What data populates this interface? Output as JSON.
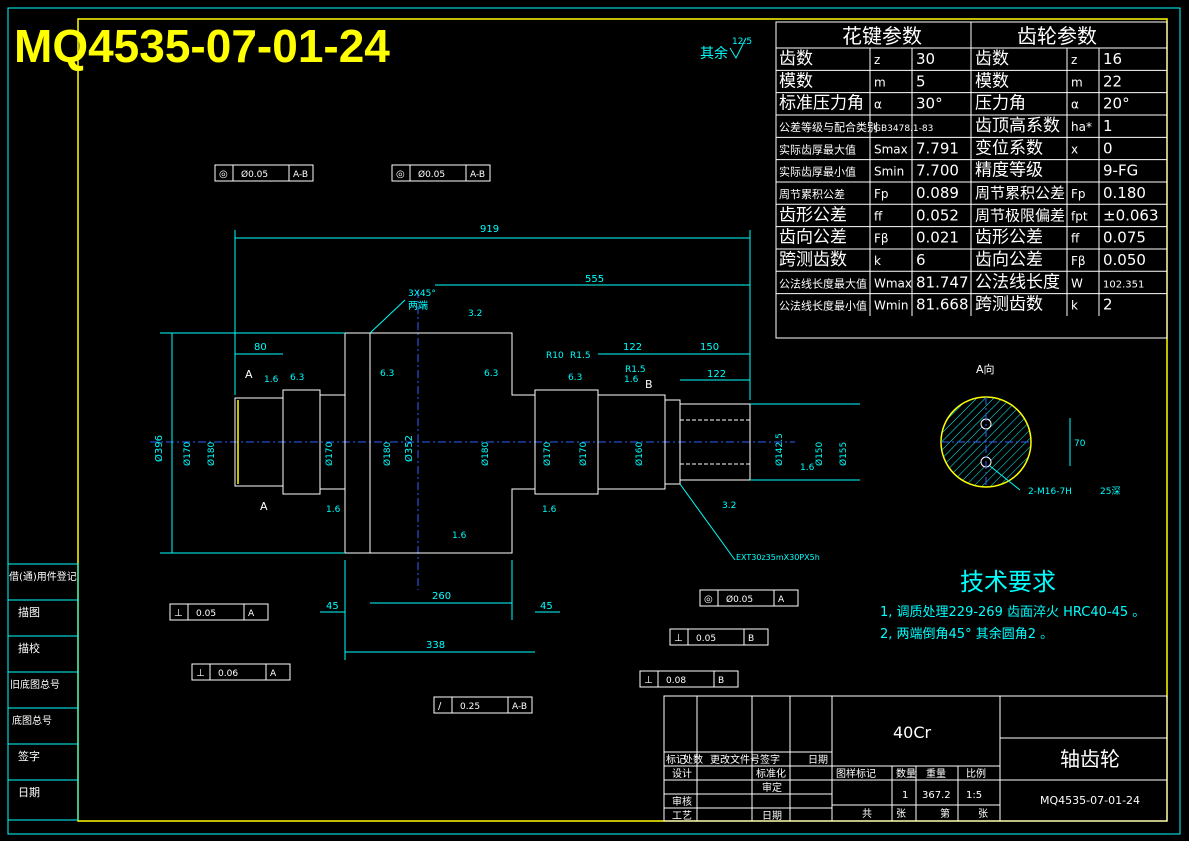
{
  "drawing_number_large": "MQ4535-07-01-24",
  "surface_note": {
    "label": "其余",
    "roughness": "12.5"
  },
  "spline_table": {
    "header": "花键参数",
    "rows": [
      {
        "name": "齿数",
        "sym": "z",
        "val": "30"
      },
      {
        "name": "模数",
        "sym": "m",
        "val": "5"
      },
      {
        "name": "标准压力角",
        "sym": "α",
        "val": "30°"
      },
      {
        "name": "公差等级与配合类别",
        "sym": "GB3478.1-83",
        "val": ""
      },
      {
        "name": "实际齿厚最大值",
        "sym": "Smax",
        "val": "7.791"
      },
      {
        "name": "实际齿厚最小值",
        "sym": "Smin",
        "val": "7.700"
      },
      {
        "name": "周节累积公差",
        "sym": "Fp",
        "val": "0.089"
      },
      {
        "name": "齿形公差",
        "sym": "ff",
        "val": "0.052"
      },
      {
        "name": "齿向公差",
        "sym": "Fβ",
        "val": "0.021"
      },
      {
        "name": "跨测齿数",
        "sym": "k",
        "val": "6"
      },
      {
        "name": "公法线长度最大值",
        "sym": "Wmax",
        "val": "81.747"
      },
      {
        "name": "公法线长度最小值",
        "sym": "Wmin",
        "val": "81.668"
      }
    ]
  },
  "gear_table": {
    "header": "齿轮参数",
    "rows": [
      {
        "name": "齿数",
        "sym": "z",
        "val": "16"
      },
      {
        "name": "模数",
        "sym": "m",
        "val": "22"
      },
      {
        "name": "压力角",
        "sym": "α",
        "val": "20°"
      },
      {
        "name": "齿顶高系数",
        "sym": "ha*",
        "val": "1"
      },
      {
        "name": "变位系数",
        "sym": "x",
        "val": "0"
      },
      {
        "name": "精度等级",
        "sym": "",
        "val": "9-FG"
      },
      {
        "name": "周节累积公差",
        "sym": "Fp",
        "val": "0.180"
      },
      {
        "name": "周节极限偏差",
        "sym": "fpt",
        "val": "±0.063"
      },
      {
        "name": "齿形公差",
        "sym": "ff",
        "val": "0.075"
      },
      {
        "name": "齿向公差",
        "sym": "Fβ",
        "val": "0.050"
      },
      {
        "name": "公法线长度",
        "sym": "W",
        "val": "102.351"
      },
      {
        "name": "跨测齿数",
        "sym": "k",
        "val": "2"
      }
    ]
  },
  "dimensions": {
    "total": "919",
    "d555": "555",
    "d80": "80",
    "d122a": "122",
    "d150": "150",
    "d122b": "122",
    "d260": "260",
    "d45a": "45",
    "d45b": "45",
    "d338": "338",
    "chamfer": "3X45°",
    "chamfer_note": "两端",
    "r10": "R10",
    "r15a": "R1.5",
    "r15b": "R1.5",
    "dia_170a": "Ø170",
    "dia_180a": "Ø180",
    "dia_170b": "Ø170",
    "dia_180b": "Ø180",
    "dia_352": "Ø352",
    "dia_180c": "Ø180",
    "dia_170c": "Ø170",
    "dia_170d": "Ø170",
    "dia_160": "Ø160",
    "dia_1425": "Ø142.5",
    "dia_150": "Ø150",
    "dia_155": "Ø155",
    "dia_396": "Ø396",
    "spline_note": "EXT30z35mX30PX5h",
    "label_A": "A",
    "label_B": "B",
    "rough_16": "1.6",
    "rough_63": "6.3",
    "rough_32": "3.2"
  },
  "tolerance_frames": [
    {
      "sym": "◎",
      "val": "Ø0.05",
      "ref": "A-B"
    },
    {
      "sym": "◎",
      "val": "Ø0.05",
      "ref": "A-B"
    },
    {
      "sym": "⊥",
      "val": "0.05",
      "ref": "A"
    },
    {
      "sym": "⊥",
      "val": "0.05",
      "ref": "B"
    },
    {
      "sym": "⊥",
      "val": "0.06",
      "ref": "A"
    },
    {
      "sym": "⊥",
      "val": "0.08",
      "ref": "B"
    },
    {
      "sym": "/",
      "val": "0.25",
      "ref": "A-B"
    },
    {
      "sym": "◎",
      "val": "Ø0.05",
      "ref": "A"
    }
  ],
  "section_view": {
    "title": "A向",
    "dim": "70",
    "note": "2-M16-7H",
    "depth": "25深"
  },
  "tech_requirements": {
    "title": "技术要求",
    "items": [
      "1, 调质处理229-269  齿面淬火 HRC40-45 。",
      "2, 两端倒角45°  其余圆角2  。"
    ]
  },
  "title_block": {
    "material": "40Cr",
    "part_name": "轴齿轮",
    "drawing_no": "MQ4535-07-01-24",
    "weight": "367.2",
    "scale": "1:5",
    "qty": "1",
    "cells": [
      "标记",
      "处数",
      "更改文件号",
      "签字",
      "日期",
      "设计",
      "标准化",
      "审定",
      "审核",
      "工艺",
      "日期",
      "图样标记",
      "数量",
      "重量",
      "比例",
      "共",
      "张",
      "第",
      "张"
    ]
  },
  "left_strip": [
    "借(通)用件登记",
    "描图",
    "描校",
    "旧底图总号",
    "底图总号",
    "签字",
    "日期"
  ]
}
